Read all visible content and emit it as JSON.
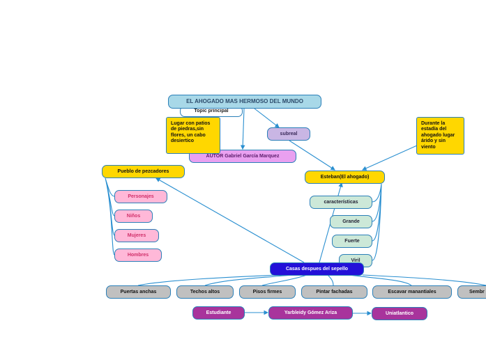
{
  "title": "EL AHOGADO MAS HERMOSO DEL MUNDO",
  "topic": "Topic principal",
  "subtheme": "subreal",
  "author": "AUTOR Gabriel García Marquez",
  "notes": {
    "setting": "Lugar con patios de piedras,sin flores, un cabo desiertico",
    "stay": "Durante la estadía del ahogado lugar árido y sin viento"
  },
  "village": {
    "label": "Pueblo de pezcadores",
    "members": [
      "Personajes",
      "Niños",
      "Mujeres",
      "Hombres"
    ]
  },
  "esteban": {
    "label": "Esteban(El ahogado)",
    "traits": [
      "características",
      "Grande",
      "Fuerte",
      "Viril"
    ]
  },
  "houses": {
    "label": "Casas despues del sepello",
    "items": [
      "Puertas anchas",
      "Techos altos",
      "Pisos firmes",
      "Pintar fachadas",
      "Escavar manantiales",
      "Sembr"
    ]
  },
  "credits": {
    "role": "Estudiante",
    "name": "Yarbleidy Gómez Ariza",
    "school": "Uniatlantico"
  },
  "colors": {
    "line": "#2a8fd0",
    "main": "#a8d8e8",
    "yellow": "#ffd700",
    "blue": "#2410d8",
    "purple": "#a8349c"
  }
}
